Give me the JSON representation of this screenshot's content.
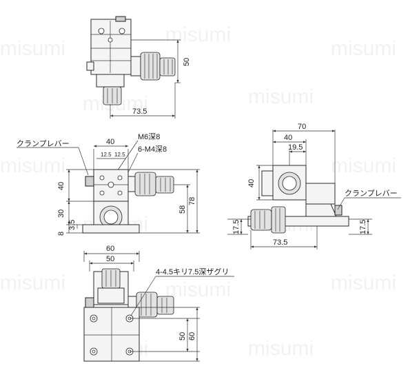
{
  "watermark": "misumi",
  "top_view": {
    "height_dim": "50",
    "width_dim": "73.5"
  },
  "front_view": {
    "label_clamp": "クランプレバー",
    "label_tap": "M6深8",
    "label_tap2": "6-M4深8",
    "pitch_left": "12.5",
    "pitch_right": "12.5",
    "dim_top_width": "40",
    "dim_upper_height": "40",
    "dim_lower_height": "30",
    "dim_base": "8",
    "dim_offset": "3.5",
    "dim_58": "58",
    "dim_78": "78"
  },
  "side_view": {
    "dim_70": "70",
    "dim_40": "40",
    "dim_19_5": "19.5",
    "dim_height_40": "40",
    "label_clamp": "クランプレバー",
    "dim_left_17_5": "17.5",
    "dim_right_17_5": "17.5",
    "dim_73_5": "73.5"
  },
  "bottom_view": {
    "dim_60": "60",
    "dim_50": "50",
    "label_holes": "4-4.5キリ7.5深ザグリ",
    "dim_v50": "50",
    "dim_v60": "60"
  }
}
